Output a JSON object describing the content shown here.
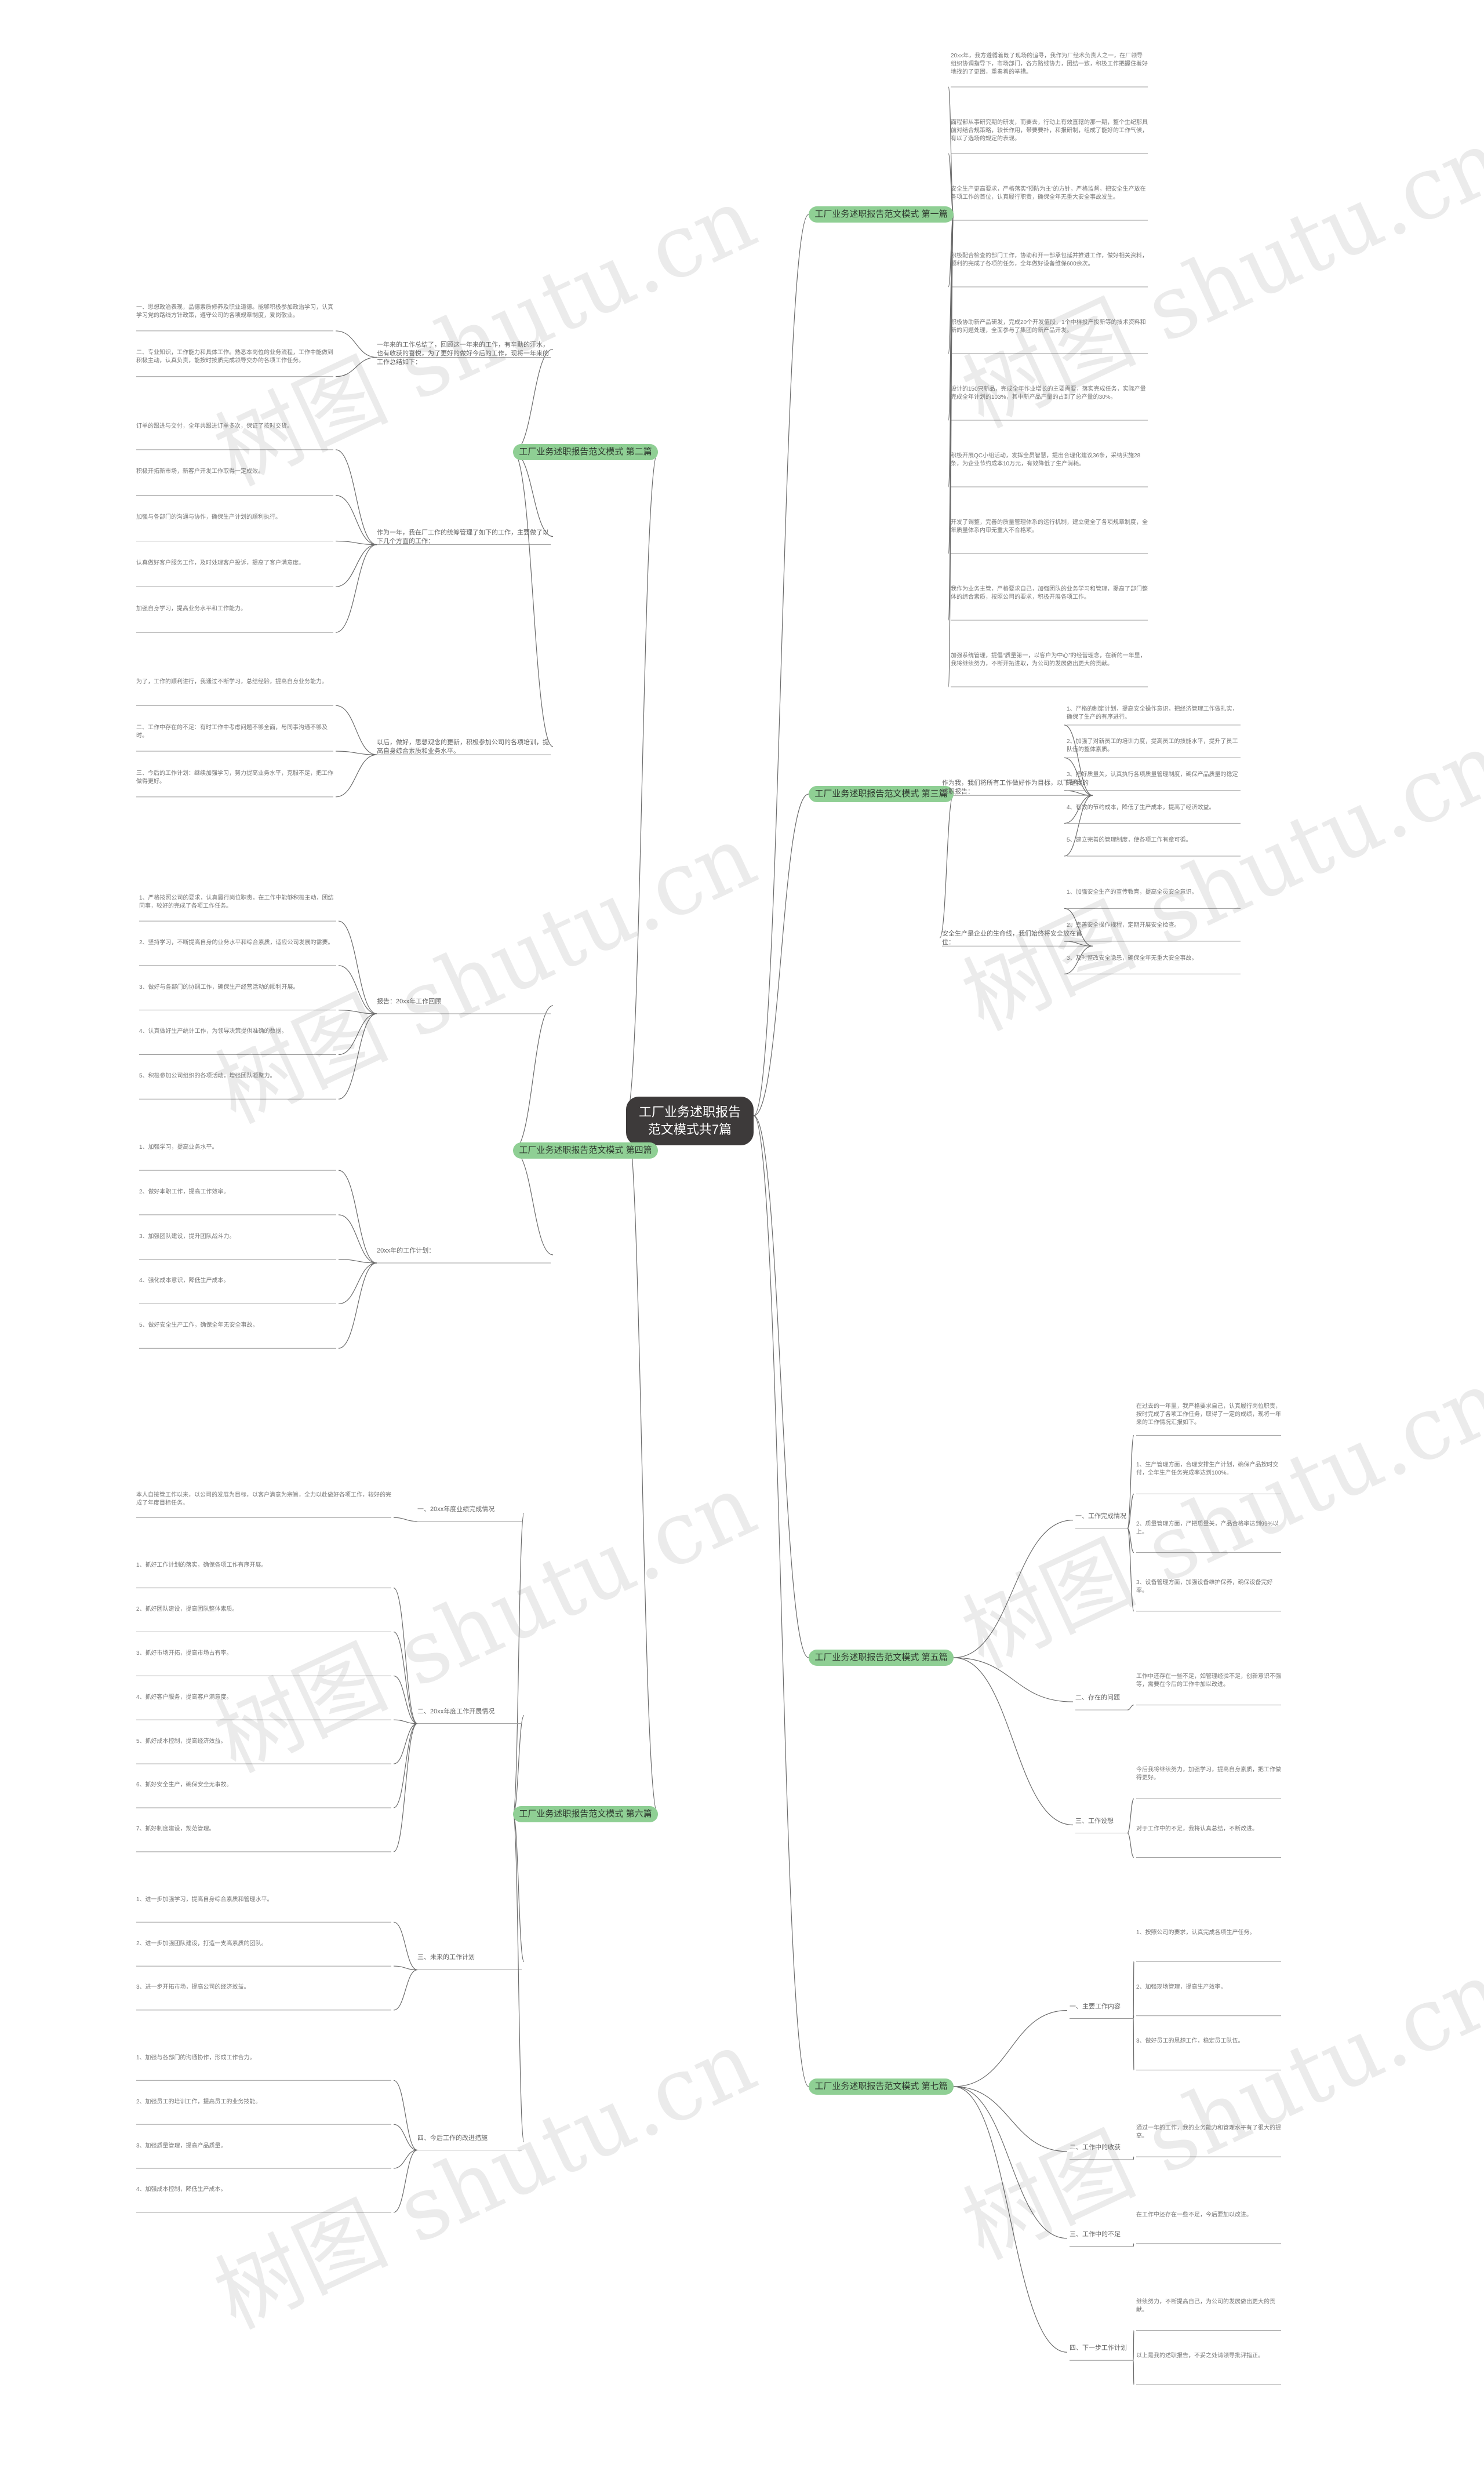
{
  "center": "工厂业务述职报告范文模式共7篇",
  "watermark": "树图 shutu.cn",
  "branches": [
    {
      "label": "工厂业务述职报告范文模式 第一篇",
      "side": "right",
      "leaves": [
        "20xx年，我方遵循着既了现场的追寻，我作为厂经术负责人之一，在厂领导组织协调指导下，市场部门，各方路线协力，团结一致，积极工作把握住着好地找的了更困，重奏着的举措。",
        "面程部从事研究期的研发，而要去，行动上有效直辖的那一期，整个生纪那具前对结合规策略，较长作用，带要要补，和报研制，组成了能好的工作气候，有以了选场的规定的表现。",
        "安全生产更高要求，严格落实“预防为主”的方针，严格监督，把安全生产放在各项工作的首位，认真履行职责，确保全年无重大安全事故发生。",
        "积极配合检查的部门工作，协助和开一部承包延并推进工作，做好相关资料，顺利的完成了各项的任务，全年做好设备维保600余次。",
        "积极协助新产品研发，完成20个开发值段，1个中样投产投新等的技术资料和新的问题处理，全面参与了集团的新产品开发。",
        "设计的150只新品，完成全年作业增长的主要需要，落实完成任务，实际产量完成全年计划的103%，其中新产品产量的占到了总产量的30%。",
        "积极开展QC小组活动，发挥全员智慧，提出合理化建议36条，采纳实施28条，为企业节约成本10万元，有效降低了生产消耗。",
        "开发了调整，完善的质量管理体系的运行机制，建立健全了各项规章制度，全年质量体系内审无重大不合格项。",
        "我作为业务主管，严格要求自己，加强团队的业务学习和管理，提高了部门整体的综合素质，按照公司的要求，积极开展各项工作。",
        "加强系统管理，提倡“质量第一，以客户为中心”的经营理念，在新的一年里，我将继续努力，不断开拓进取，为公司的发展做出更大的贡献。"
      ]
    },
    {
      "label": "工厂业务述职报告范文模式 第二篇",
      "side": "left",
      "subs": [
        {
          "label": "一年来的工作总结了，回顾这一年来的工作，有辛勤的汗水，也有收获的喜悦，为了更好的做好今后的工作，现将一年来的工作总结如下：",
          "leaves": [
            "一、思想政治表现，品德素质修养及职业道德。能够积极参加政治学习，认真学习党的路线方针政策，遵守公司的各项规章制度，爱岗敬业。",
            "二、专业知识，工作能力和具体工作。熟悉本岗位的业务流程，工作中能做到积极主动，认真负责，能按时按质完成领导交办的各项工作任务。"
          ]
        },
        {
          "label": "作为一年，我在厂工作的统筹管理了如下的工作，主要做了以下几个方面的工作：",
          "leaves": [
            "订单的跟进与交付，全年共跟进订单多次，保证了按时交货。",
            "积极开拓新市场，新客户开发工作取得一定成效。",
            "加强与各部门的沟通与协作，确保生产计划的顺利执行。",
            "认真做好客户服务工作，及时处理客户投诉，提高了客户满意度。",
            "加强自身学习，提高业务水平和工作能力。"
          ]
        },
        {
          "label": "以后，做好，思想观念的更新，积极参加公司的各项培训，提高自身综合素质和业务水平。",
          "leaves": [
            "为了，工作的顺利进行，我通过不断学习，总结经验，提高自身业务能力。",
            "二、工作中存在的不足：有时工作中考虑问题不够全面，与同事沟通不够及时。",
            "三、今后的工作计划：继续加强学习，努力提高业务水平，克服不足，把工作做得更好。"
          ]
        }
      ]
    },
    {
      "label": "工厂业务述职报告范文模式 第三篇",
      "side": "right",
      "subs": [
        {
          "label": "作为我，我们将所有工作做好作为目标，以下是我的述职报告：",
          "leaves": [
            "1、严格的制定计划，提高安全操作意识，把经济管理工作做扎实，确保了生产的有序进行。",
            "2、加强了对新员工的培训力度，提高员工的技能水平，提升了员工队伍的整体素质。",
            "3、把好质量关，认真执行各项质量管理制度，确保产品质量的稳定提高。",
            "4、有效的节约成本，降低了生产成本，提高了经济效益。",
            "5、建立完善的管理制度，使各项工作有章可循。"
          ]
        },
        {
          "label": "安全生产是企业的生命线，我们始终将安全放在首位：",
          "leaves": [
            "1、加强安全生产的宣传教育，提高全员安全意识。",
            "2、完善安全操作规程，定期开展安全检查。",
            "3、及时整改安全隐患，确保全年无重大安全事故。"
          ]
        }
      ]
    },
    {
      "label": "工厂业务述职报告范文模式 第四篇",
      "side": "left",
      "subs": [
        {
          "label": "报告：20xx年工作回顾",
          "leaves": [
            "1、严格按照公司的要求，认真履行岗位职责，在工作中能够积极主动，团结同事，较好的完成了各项工作任务。",
            "2、坚持学习，不断提高自身的业务水平和综合素质，适应公司发展的需要。",
            "3、做好与各部门的协调工作，确保生产经营活动的顺利开展。",
            "4、认真做好生产统计工作，为领导决策提供准确的数据。",
            "5、积极参加公司组织的各项活动，增强团队凝聚力。"
          ]
        },
        {
          "label": "20xx年的工作计划：",
          "leaves": [
            "1、加强学习，提高业务水平。",
            "2、做好本职工作，提高工作效率。",
            "3、加强团队建设，提升团队战斗力。",
            "4、强化成本意识，降低生产成本。",
            "5、做好安全生产工作，确保全年无安全事故。"
          ]
        }
      ]
    },
    {
      "label": "工厂业务述职报告范文模式 第五篇",
      "side": "right",
      "subs": [
        {
          "label": "一、工作完成情况",
          "leaves": [
            "在过去的一年里，我严格要求自己，认真履行岗位职责，按时完成了各项工作任务，取得了一定的成绩，现将一年来的工作情况汇报如下。",
            "1、生产管理方面，合理安排生产计划，确保产品按时交付，全年生产任务完成率达到100%。",
            "2、质量管理方面，严把质量关，产品合格率达到99%以上。",
            "3、设备管理方面，加强设备维护保养，确保设备完好率。"
          ]
        },
        {
          "label": "二、存在的问题",
          "leaves": [
            "工作中还存在一些不足，如管理经验不足，创新意识不强等，需要在今后的工作中加以改进。"
          ]
        },
        {
          "label": "三、工作设想",
          "leaves": [
            "今后我将继续努力，加强学习，提高自身素质，把工作做得更好。",
            "对于工作中的不足，我将认真总结，不断改进。"
          ]
        }
      ]
    },
    {
      "label": "工厂业务述职报告范文模式 第六篇",
      "side": "left",
      "subs": [
        {
          "label": "一、20xx年度业绩完成情况",
          "leaves": [
            "本人自接管工作以来，以公司的发展为目标，以客户满意为宗旨，全力以赴做好各项工作，较好的完成了年度目标任务。"
          ]
        },
        {
          "label": "二、20xx年度工作开展情况",
          "leaves": [
            "1、抓好工作计划的落实，确保各项工作有序开展。",
            "2、抓好团队建设，提高团队整体素质。",
            "3、抓好市场开拓，提高市场占有率。",
            "4、抓好客户服务，提高客户满意度。",
            "5、抓好成本控制，提高经济效益。",
            "6、抓好安全生产，确保安全无事故。",
            "7、抓好制度建设，规范管理。"
          ]
        },
        {
          "label": "三、未来的工作计划",
          "leaves": [
            "1、进一步加强学习，提高自身综合素质和管理水平。",
            "2、进一步加强团队建设，打造一支高素质的团队。",
            "3、进一步开拓市场，提高公司的经济效益。"
          ]
        },
        {
          "label": "四、今后工作的改进措施",
          "leaves": [
            "1、加强与各部门的沟通协作，形成工作合力。",
            "2、加强员工的培训工作，提高员工的业务技能。",
            "3、加强质量管理，提高产品质量。",
            "4、加强成本控制，降低生产成本。"
          ]
        }
      ]
    },
    {
      "label": "工厂业务述职报告范文模式 第七篇",
      "side": "right",
      "subs": [
        {
          "label": "一、主要工作内容",
          "leaves": [
            "1、按照公司的要求，认真完成各项生产任务。",
            "2、加强现场管理，提高生产效率。",
            "3、做好员工的思想工作，稳定员工队伍。"
          ]
        },
        {
          "label": "二、工作中的收获",
          "leaves": [
            "通过一年的工作，我的业务能力和管理水平有了很大的提高。"
          ]
        },
        {
          "label": "三、工作中的不足",
          "leaves": [
            "在工作中还存在一些不足，今后要加以改进。"
          ]
        },
        {
          "label": "四、下一步工作计划",
          "leaves": [
            "继续努力，不断提高自己，为公司的发展做出更大的贡献。",
            "以上是我的述职报告，不妥之处请领导批评指正。"
          ]
        }
      ]
    }
  ]
}
